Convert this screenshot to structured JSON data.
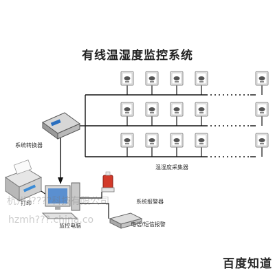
{
  "title": "有线温湿度监控系统",
  "labels": {
    "converter": "系统转换器",
    "collector": "温湿度采集器",
    "print": "打印",
    "monitor_pc": "监控电脑",
    "alarm": "系统报警器",
    "sms_alarm": "电话/短信报警"
  },
  "watermarks": {
    "company_cn": "杭州?????科技有限公司",
    "url": "hzmh???.china.co"
  },
  "logo_text": "百度知道",
  "colors": {
    "line": "#111111",
    "device_border": "#8a8a8a",
    "device_fill": "#efefef",
    "alarm_red": "#d23a2a"
  },
  "sensor_grid": {
    "rows": 3,
    "columns_shown": 5
  }
}
